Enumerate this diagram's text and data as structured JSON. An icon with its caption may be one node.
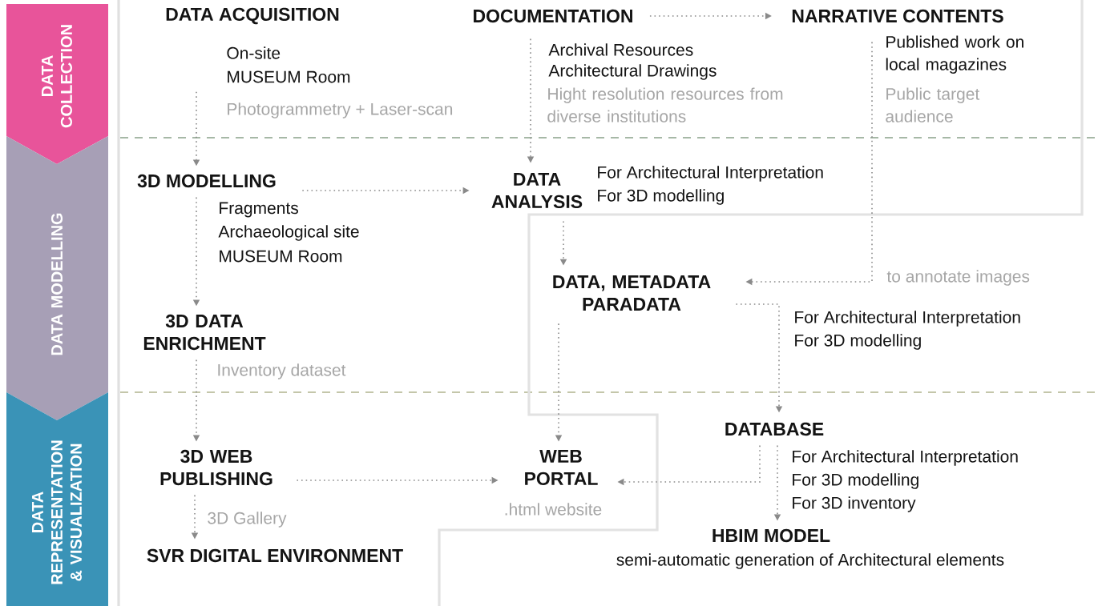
{
  "diagram": {
    "nodes": [
      {
        "text": [
          "DATA COLLECTION"
        ]
      },
      {
        "text": [
          "DATA MODELLING"
        ]
      },
      {
        "text": [
          "DATA REPRESENTATION & VISUALIZATION"
        ]
      },
      {
        "text": [
          "DATA ACQUISITION"
        ],
        "beside": [
          "On-site",
          "MUSEUM Room",
          "Photogrammetry + Laser-scan"
        ]
      },
      {
        "text": [
          "DOCUMENTATION"
        ],
        "beside": [
          "Archival Resources",
          "Architectural Drawings",
          "Hight resolution resources from diverse institutions"
        ]
      },
      {
        "text": [
          "NARRATIVE CONTENTS"
        ],
        "beside": [
          "Published work on local magazines",
          "Public target audience"
        ]
      },
      {
        "text": [
          "3D MODELLING"
        ],
        "beside": [
          "Fragments",
          "Archaeological site",
          "MUSEUM Room"
        ]
      },
      {
        "text": [
          "DATA ANALYSIS"
        ],
        "beside": [
          "For Architectural Interpretation",
          "For 3D modelling"
        ]
      },
      {
        "text": [
          "3D DATA ENRICHMENT"
        ],
        "beside": [
          "Inventory dataset"
        ]
      },
      {
        "text": [
          "DATA, METADATA PARADATA"
        ],
        "beside": [
          "For Architectural Interpretation",
          "For 3D modelling"
        ]
      },
      {
        "text": [
          "3D WEB PUBLISHING"
        ]
      },
      {
        "text": [
          "DATABASE"
        ],
        "beside": [
          "For Architectural Interpretation",
          "For 3D modelling",
          "For 3D inventory"
        ]
      },
      {
        "text": [
          "WEB PORTAL"
        ],
        "beside": [
          ".html website"
        ]
      },
      {
        "text": [
          "SVR DIGITAL ENVIRONMENT"
        ]
      },
      {
        "text": [
          "HBIM MODEL"
        ],
        "beside": [
          "semi-automatic generation of Architectural elements"
        ]
      }
    ],
    "edges": [
      {
        "from": 3,
        "to": 6,
        "arrow": "to"
      },
      {
        "from": 4,
        "to": 5,
        "arrow": "to"
      },
      {
        "from": 4,
        "to": 7,
        "arrow": "to"
      },
      {
        "from": 6,
        "to": 7,
        "arrow": "to"
      },
      {
        "from": 6,
        "to": 8,
        "arrow": "to"
      },
      {
        "from": 5,
        "to": 9,
        "arrow": "to",
        "label": "to annotate images"
      },
      {
        "from": 7,
        "to": 9,
        "arrow": "to"
      },
      {
        "from": 9,
        "to": 11,
        "arrow": "to"
      },
      {
        "from": 8,
        "to": 10,
        "arrow": "to"
      },
      {
        "from": 9,
        "to": 12,
        "arrow": "to"
      },
      {
        "from": 10,
        "to": 12,
        "arrow": "to"
      },
      {
        "from": 11,
        "to": 12,
        "arrow": "to"
      },
      {
        "from": 11,
        "to": 14,
        "arrow": "to"
      },
      {
        "from": 10,
        "to": 13,
        "arrow": "to",
        "label": "3D Gallery"
      }
    ]
  }
}
